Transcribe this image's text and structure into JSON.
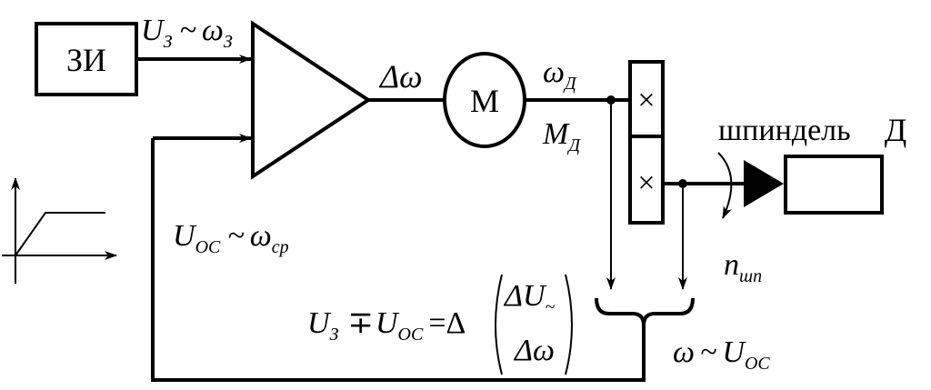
{
  "blocks": {
    "zi": "ЗИ",
    "motor": "М",
    "spindle_load": "Д"
  },
  "labels": {
    "u_setpoint": "U",
    "u_setpoint_sub": "З",
    "tilde": "~",
    "omega_setpoint": "ω",
    "omega_setpoint_sub": "З",
    "delta_omega": "Δω",
    "omega_motor": "ω",
    "omega_motor_sub": "Д",
    "torque_motor": "M",
    "torque_motor_sub": "Д",
    "spindle": "шпиндель",
    "n_spindle": "n",
    "n_spindle_sub": "шп",
    "u_feedback": "U",
    "u_feedback_sub": "ОС",
    "omega_avg": "ω",
    "omega_avg_sub": "ср",
    "omega_out": "ω",
    "u_out": "U",
    "u_out_sub": "ОС"
  },
  "equation": {
    "u": "U",
    "u_sub": "З",
    "op": "∓",
    "u2": "U",
    "u2_sub": "ОС",
    "eq": "=Δ",
    "top": "ΔU",
    "top_sub": "~",
    "bottom": "Δω"
  },
  "gearbox": {
    "upper": "×",
    "lower": "×"
  }
}
